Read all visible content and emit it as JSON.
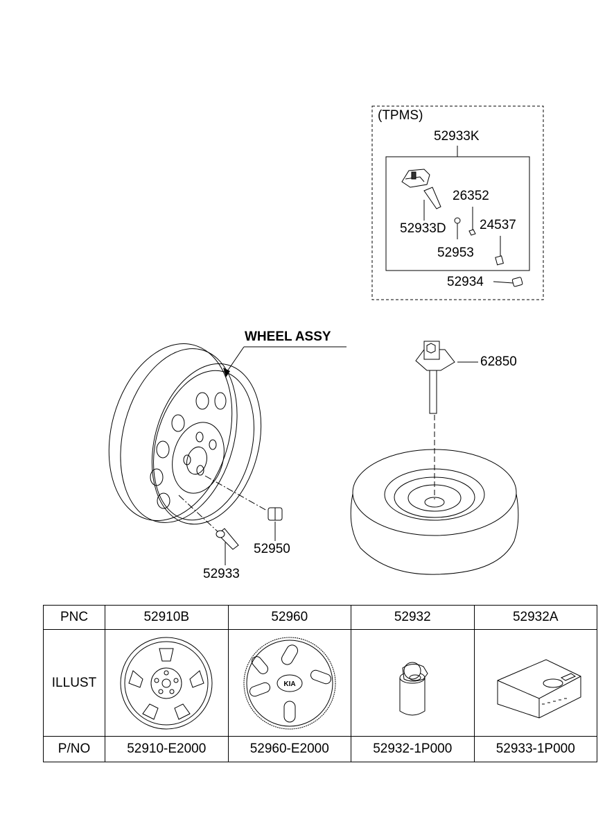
{
  "tpms": {
    "title": "(TPMS)",
    "kit_part": "52933K",
    "parts": {
      "sensor_valve": "52933D",
      "nut": "26352",
      "cap": "24537",
      "washer": "52953",
      "valve_core": "52934"
    }
  },
  "wheel": {
    "title": "WHEEL ASSY",
    "nut_part": "52950",
    "valve_part": "52933"
  },
  "spare": {
    "hold_bolt": "62850"
  },
  "table": {
    "row_headers": [
      "PNC",
      "ILLUST",
      "P/NO"
    ],
    "columns": [
      {
        "pnc": "52910B",
        "icon": "steel-wheel-icon",
        "pno": "52910-E2000"
      },
      {
        "pnc": "52960",
        "icon": "wheel-cover-icon",
        "pno": "52960-E2000"
      },
      {
        "pnc": "52932",
        "icon": "tire-sealant-bottle-icon",
        "pno": "52932-1P000"
      },
      {
        "pnc": "52932A",
        "icon": "tire-mobility-kit-icon",
        "pno": "52933-1P000"
      }
    ]
  }
}
